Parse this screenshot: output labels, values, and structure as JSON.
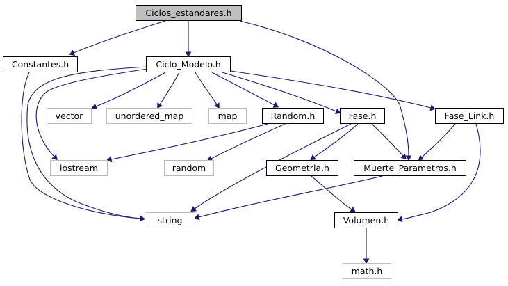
{
  "nodes": {
    "ciclos_estandares": {
      "label": "Ciclos_estandares.h",
      "kind": "root"
    },
    "constantes": {
      "label": "Constantes.h",
      "kind": "project"
    },
    "ciclo_modelo": {
      "label": "Ciclo_Modelo.h",
      "kind": "project"
    },
    "vector": {
      "label": "vector",
      "kind": "system"
    },
    "unordered_map": {
      "label": "unordered_map",
      "kind": "system"
    },
    "map": {
      "label": "map",
      "kind": "system"
    },
    "random_h": {
      "label": "Random.h",
      "kind": "project"
    },
    "fase": {
      "label": "Fase.h",
      "kind": "project"
    },
    "fase_link": {
      "label": "Fase_Link.h",
      "kind": "project"
    },
    "iostream": {
      "label": "iostream",
      "kind": "system"
    },
    "random": {
      "label": "random",
      "kind": "system"
    },
    "geometria": {
      "label": "Geometria.h",
      "kind": "project"
    },
    "muerte_parametros": {
      "label": "Muerte_Parametros.h",
      "kind": "project"
    },
    "string": {
      "label": "string",
      "kind": "system"
    },
    "volumen": {
      "label": "Volumen.h",
      "kind": "project"
    },
    "math": {
      "label": "math.h",
      "kind": "system"
    }
  },
  "edges": [
    {
      "from": "ciclos_estandares",
      "to": "constantes"
    },
    {
      "from": "ciclos_estandares",
      "to": "ciclo_modelo"
    },
    {
      "from": "ciclos_estandares",
      "to": "muerte_parametros"
    },
    {
      "from": "constantes",
      "to": "string"
    },
    {
      "from": "ciclo_modelo",
      "to": "vector"
    },
    {
      "from": "ciclo_modelo",
      "to": "unordered_map"
    },
    {
      "from": "ciclo_modelo",
      "to": "map"
    },
    {
      "from": "ciclo_modelo",
      "to": "random_h"
    },
    {
      "from": "ciclo_modelo",
      "to": "fase"
    },
    {
      "from": "ciclo_modelo",
      "to": "fase_link"
    },
    {
      "from": "ciclo_modelo",
      "to": "iostream"
    },
    {
      "from": "ciclo_modelo",
      "to": "string"
    },
    {
      "from": "random_h",
      "to": "iostream"
    },
    {
      "from": "random_h",
      "to": "random"
    },
    {
      "from": "fase",
      "to": "geometria"
    },
    {
      "from": "fase",
      "to": "muerte_parametros"
    },
    {
      "from": "fase",
      "to": "string"
    },
    {
      "from": "fase_link",
      "to": "muerte_parametros"
    },
    {
      "from": "fase_link",
      "to": "volumen"
    },
    {
      "from": "geometria",
      "to": "volumen"
    },
    {
      "from": "muerte_parametros",
      "to": "string"
    },
    {
      "from": "volumen",
      "to": "math"
    }
  ],
  "colors": {
    "edge": "#191970",
    "root_fill": "#bfbfbf",
    "project_border": "#000000",
    "system_border": "#bfbfbf"
  }
}
